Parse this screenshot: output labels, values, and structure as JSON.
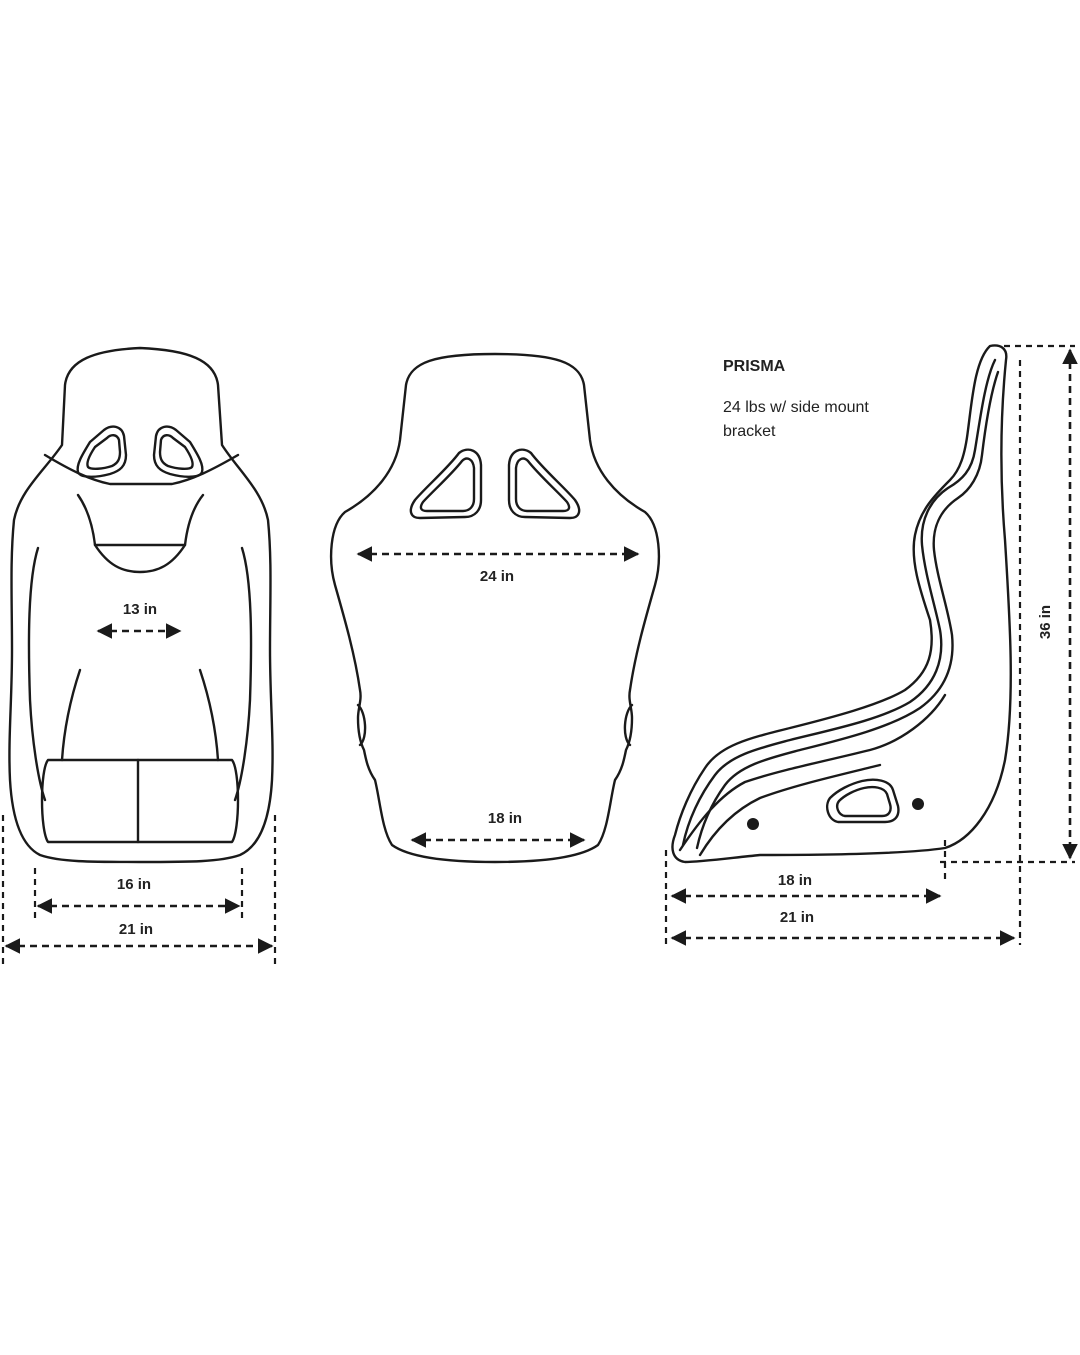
{
  "product": {
    "name": "PRISMA",
    "weight_line1": "24 lbs w/ side mount",
    "weight_line2": "bracket"
  },
  "front_view": {
    "dim_inner_width": "13 in",
    "dim_seat_width": "16 in",
    "dim_overall_width": "21 in"
  },
  "back_view": {
    "dim_shoulder_width": "24 in",
    "dim_base_width": "18 in"
  },
  "side_view": {
    "dim_height": "36 in",
    "dim_base_depth": "18 in",
    "dim_overall_depth": "21 in"
  }
}
